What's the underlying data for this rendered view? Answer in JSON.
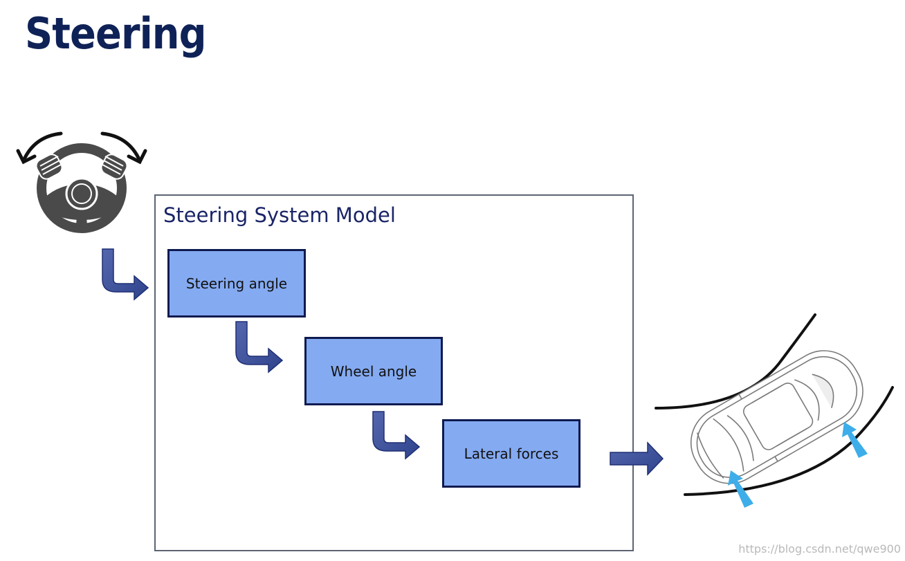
{
  "slide": {
    "title": "Steering"
  },
  "model": {
    "title": "Steering System Model",
    "stages": [
      {
        "label": "Steering angle"
      },
      {
        "label": "Wheel angle"
      },
      {
        "label": "Lateral forces"
      }
    ]
  },
  "icons": {
    "input": "steering-wheel-icon",
    "output": "car-top-view-icon",
    "force": "lateral-force-arrow-icon"
  },
  "colors": {
    "title": "#0f2257",
    "box_fill": "#84aaf1",
    "box_border": "#0e1a4f",
    "flow_arrow": "#3a4f9c",
    "force_arrow": "#3daee9"
  },
  "watermark": "https://blog.csdn.net/qwe900"
}
